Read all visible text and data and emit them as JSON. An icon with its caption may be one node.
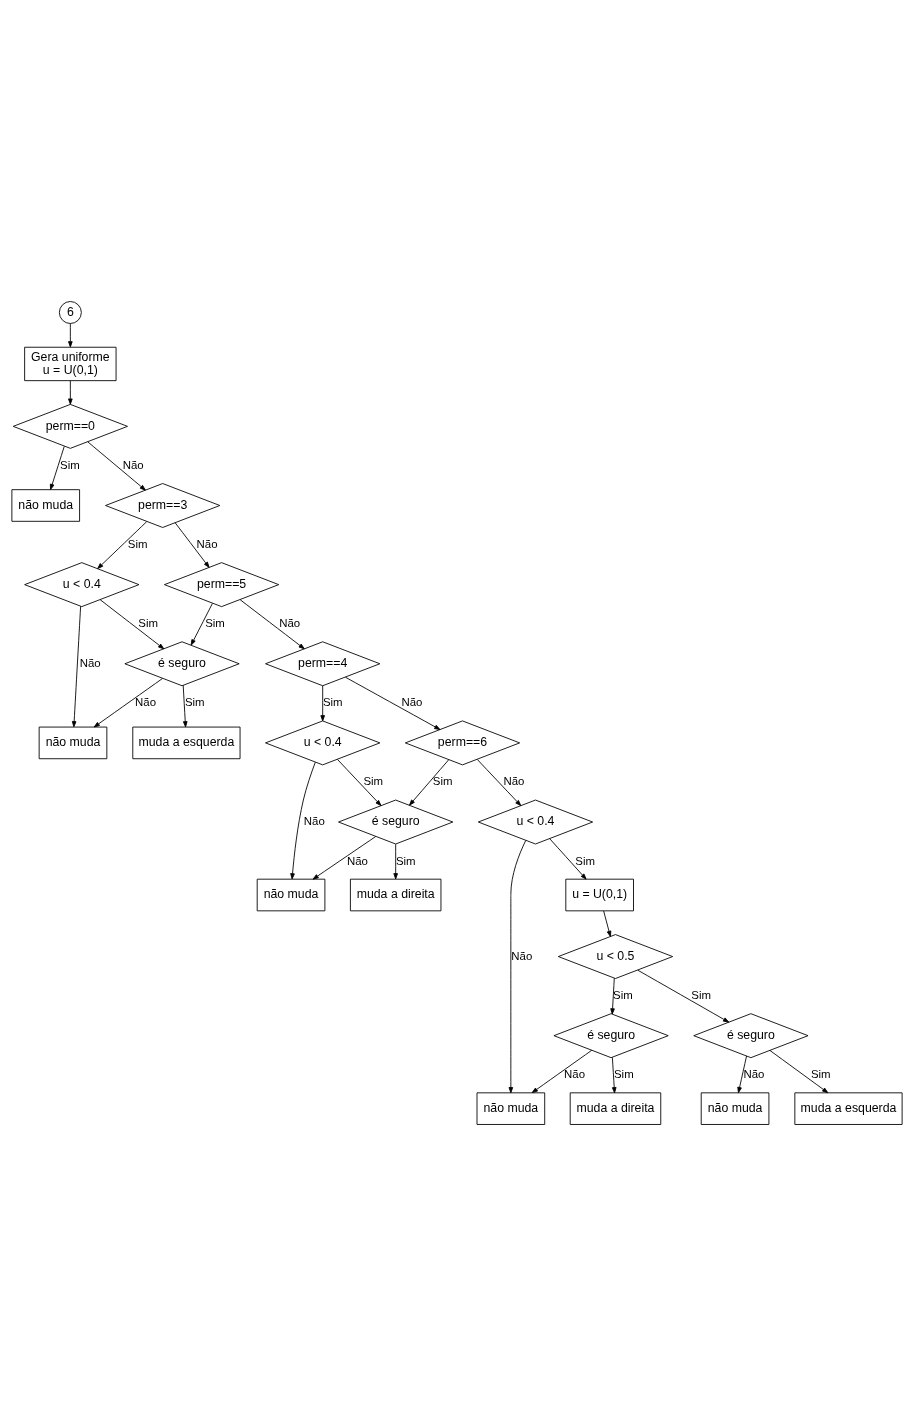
{
  "diagram": {
    "nodes": [
      {
        "text": [
          "6"
        ]
      },
      {
        "text": [
          "Gera uniforme",
          "u = U(0,1)"
        ]
      },
      {
        "text": [
          "perm==0"
        ]
      },
      {
        "text": [
          "não muda"
        ]
      },
      {
        "text": [
          "perm==3"
        ]
      },
      {
        "text": [
          "u < 0.4"
        ]
      },
      {
        "text": [
          "perm==5"
        ]
      },
      {
        "text": [
          "é seguro"
        ]
      },
      {
        "text": [
          "não muda"
        ]
      },
      {
        "text": [
          "muda a esquerda"
        ]
      },
      {
        "text": [
          "perm==4"
        ]
      },
      {
        "text": [
          "u < 0.4"
        ]
      },
      {
        "text": [
          "perm==6"
        ]
      },
      {
        "text": [
          "é seguro"
        ]
      },
      {
        "text": [
          "não muda"
        ]
      },
      {
        "text": [
          "muda a direita"
        ]
      },
      {
        "text": [
          "u < 0.4"
        ]
      },
      {
        "text": [
          "não muda"
        ]
      },
      {
        "text": [
          "u = U(0,1)"
        ]
      },
      {
        "text": [
          "u < 0.5"
        ]
      },
      {
        "text": [
          "é seguro"
        ]
      },
      {
        "text": [
          "não muda"
        ]
      },
      {
        "text": [
          "é seguro"
        ]
      },
      {
        "text": [
          "muda a direita"
        ]
      },
      {
        "text": [
          "muda a esquerda"
        ]
      }
    ],
    "edges": [
      {
        "from": 0,
        "to": 1,
        "arrow": "to"
      },
      {
        "from": 1,
        "to": 2,
        "arrow": "to"
      },
      {
        "from": 2,
        "to": 3,
        "arrow": "to",
        "label": "Sim"
      },
      {
        "from": 2,
        "to": 4,
        "arrow": "to",
        "label": "Não"
      },
      {
        "from": 4,
        "to": 5,
        "arrow": "to",
        "label": "Sim"
      },
      {
        "from": 4,
        "to": 6,
        "arrow": "to",
        "label": "Não"
      },
      {
        "from": 5,
        "to": 8,
        "arrow": "to",
        "label": "Não"
      },
      {
        "from": 5,
        "to": 7,
        "arrow": "to",
        "label": "Sim"
      },
      {
        "from": 6,
        "to": 7,
        "arrow": "to",
        "label": "Sim"
      },
      {
        "from": 7,
        "to": 8,
        "arrow": "to",
        "label": "Não"
      },
      {
        "from": 7,
        "to": 9,
        "arrow": "to",
        "label": "Sim"
      },
      {
        "from": 6,
        "to": 10,
        "arrow": "to",
        "label": "Não"
      },
      {
        "from": 10,
        "to": 11,
        "arrow": "to",
        "label": "Sim"
      },
      {
        "from": 10,
        "to": 12,
        "arrow": "to",
        "label": "Não"
      },
      {
        "from": 11,
        "to": 14,
        "arrow": "to",
        "label": "Não"
      },
      {
        "from": 11,
        "to": 13,
        "arrow": "to",
        "label": "Sim"
      },
      {
        "from": 12,
        "to": 13,
        "arrow": "to",
        "label": "Sim"
      },
      {
        "from": 13,
        "to": 14,
        "arrow": "to",
        "label": "Não"
      },
      {
        "from": 13,
        "to": 15,
        "arrow": "to",
        "label": "Sim"
      },
      {
        "from": 12,
        "to": 16,
        "arrow": "to",
        "label": "Não"
      },
      {
        "from": 16,
        "to": 17,
        "arrow": "to",
        "label": "Não"
      },
      {
        "from": 16,
        "to": 18,
        "arrow": "to",
        "label": "Sim"
      },
      {
        "from": 18,
        "to": 19,
        "arrow": "to"
      },
      {
        "from": 19,
        "to": 20,
        "arrow": "to",
        "label": "Sim"
      },
      {
        "from": 20,
        "to": 17,
        "arrow": "to",
        "label": "Não"
      },
      {
        "from": 19,
        "to": 22,
        "arrow": "to",
        "label": "Sim"
      },
      {
        "from": 22,
        "to": 21,
        "arrow": "to",
        "label": "Não"
      },
      {
        "from": 22,
        "to": 24,
        "arrow": "to",
        "label": "Sim"
      },
      {
        "from": 20,
        "to": 23,
        "arrow": "to",
        "label": "Sim"
      }
    ]
  }
}
